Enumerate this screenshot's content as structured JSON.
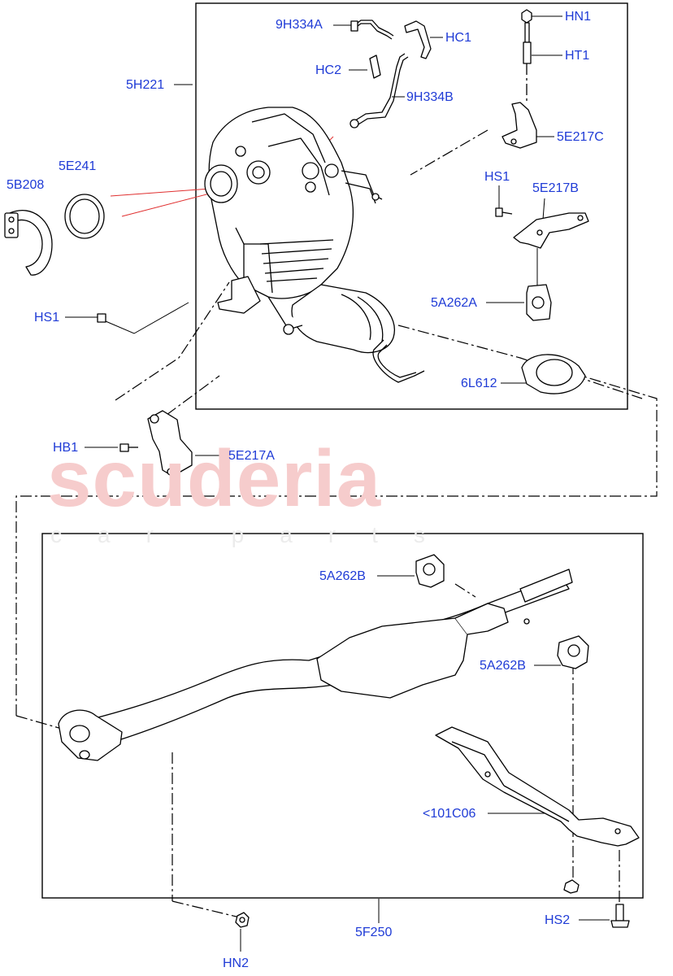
{
  "colors": {
    "label": "#1f3bd6",
    "line": "#000000",
    "leader_red": "#e03030",
    "watermark": "#f6cccc"
  },
  "watermark": {
    "main": "scuderia",
    "sub": "car parts"
  },
  "callouts": [
    {
      "id": "9h334a",
      "text": "9H334A"
    },
    {
      "id": "hc1",
      "text": "HC1"
    },
    {
      "id": "hn1",
      "text": "HN1"
    },
    {
      "id": "ht1",
      "text": "HT1"
    },
    {
      "id": "hc2",
      "text": "HC2"
    },
    {
      "id": "5h221",
      "text": "5H221"
    },
    {
      "id": "9h334b",
      "text": "9H334B"
    },
    {
      "id": "5e217c",
      "text": "5E217C"
    },
    {
      "id": "5e241",
      "text": "5E241"
    },
    {
      "id": "5b208",
      "text": "5B208"
    },
    {
      "id": "hs1-top",
      "text": "HS1"
    },
    {
      "id": "5e217b",
      "text": "5E217B"
    },
    {
      "id": "5a262a",
      "text": "5A262A"
    },
    {
      "id": "hs1-left",
      "text": "HS1"
    },
    {
      "id": "6l612",
      "text": "6L612"
    },
    {
      "id": "hb1",
      "text": "HB1"
    },
    {
      "id": "5e217a",
      "text": "5E217A"
    },
    {
      "id": "5a262b-top",
      "text": "5A262B"
    },
    {
      "id": "5a262b-right",
      "text": "5A262B"
    },
    {
      "id": "101c06",
      "text": "<101C06"
    },
    {
      "id": "5f250",
      "text": "5F250"
    },
    {
      "id": "hs2",
      "text": "HS2"
    },
    {
      "id": "hn2",
      "text": "HN2"
    }
  ]
}
